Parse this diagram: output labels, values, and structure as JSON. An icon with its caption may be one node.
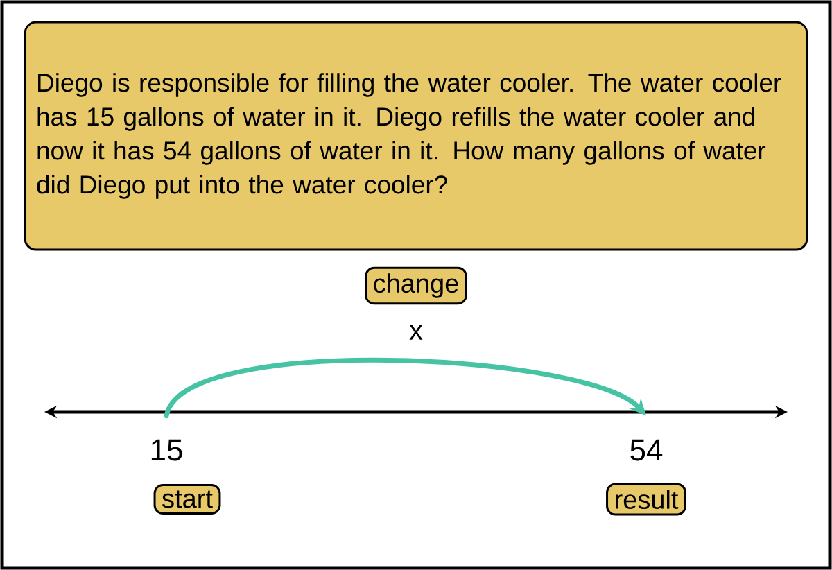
{
  "diagram": {
    "nodes": [
      {
        "text": [
          "Diego is responsible for filling the water cooler. The water cooler has 15 gallons of water in it. Diego refills the water cooler and now it has 54 gallons of water in it. How many gallons of water did Diego put into the water cooler?"
        ]
      },
      {
        "text": [
          "change"
        ],
        "beside": [
          "x"
        ]
      },
      {
        "text": [
          "15"
        ]
      },
      {
        "text": [
          "54"
        ]
      },
      {
        "text": [
          "start"
        ]
      },
      {
        "text": [
          "result"
        ]
      }
    ],
    "edges": [
      {
        "from": 2,
        "to": 3,
        "arrow": "to",
        "color": "#46c3a3"
      }
    ]
  }
}
